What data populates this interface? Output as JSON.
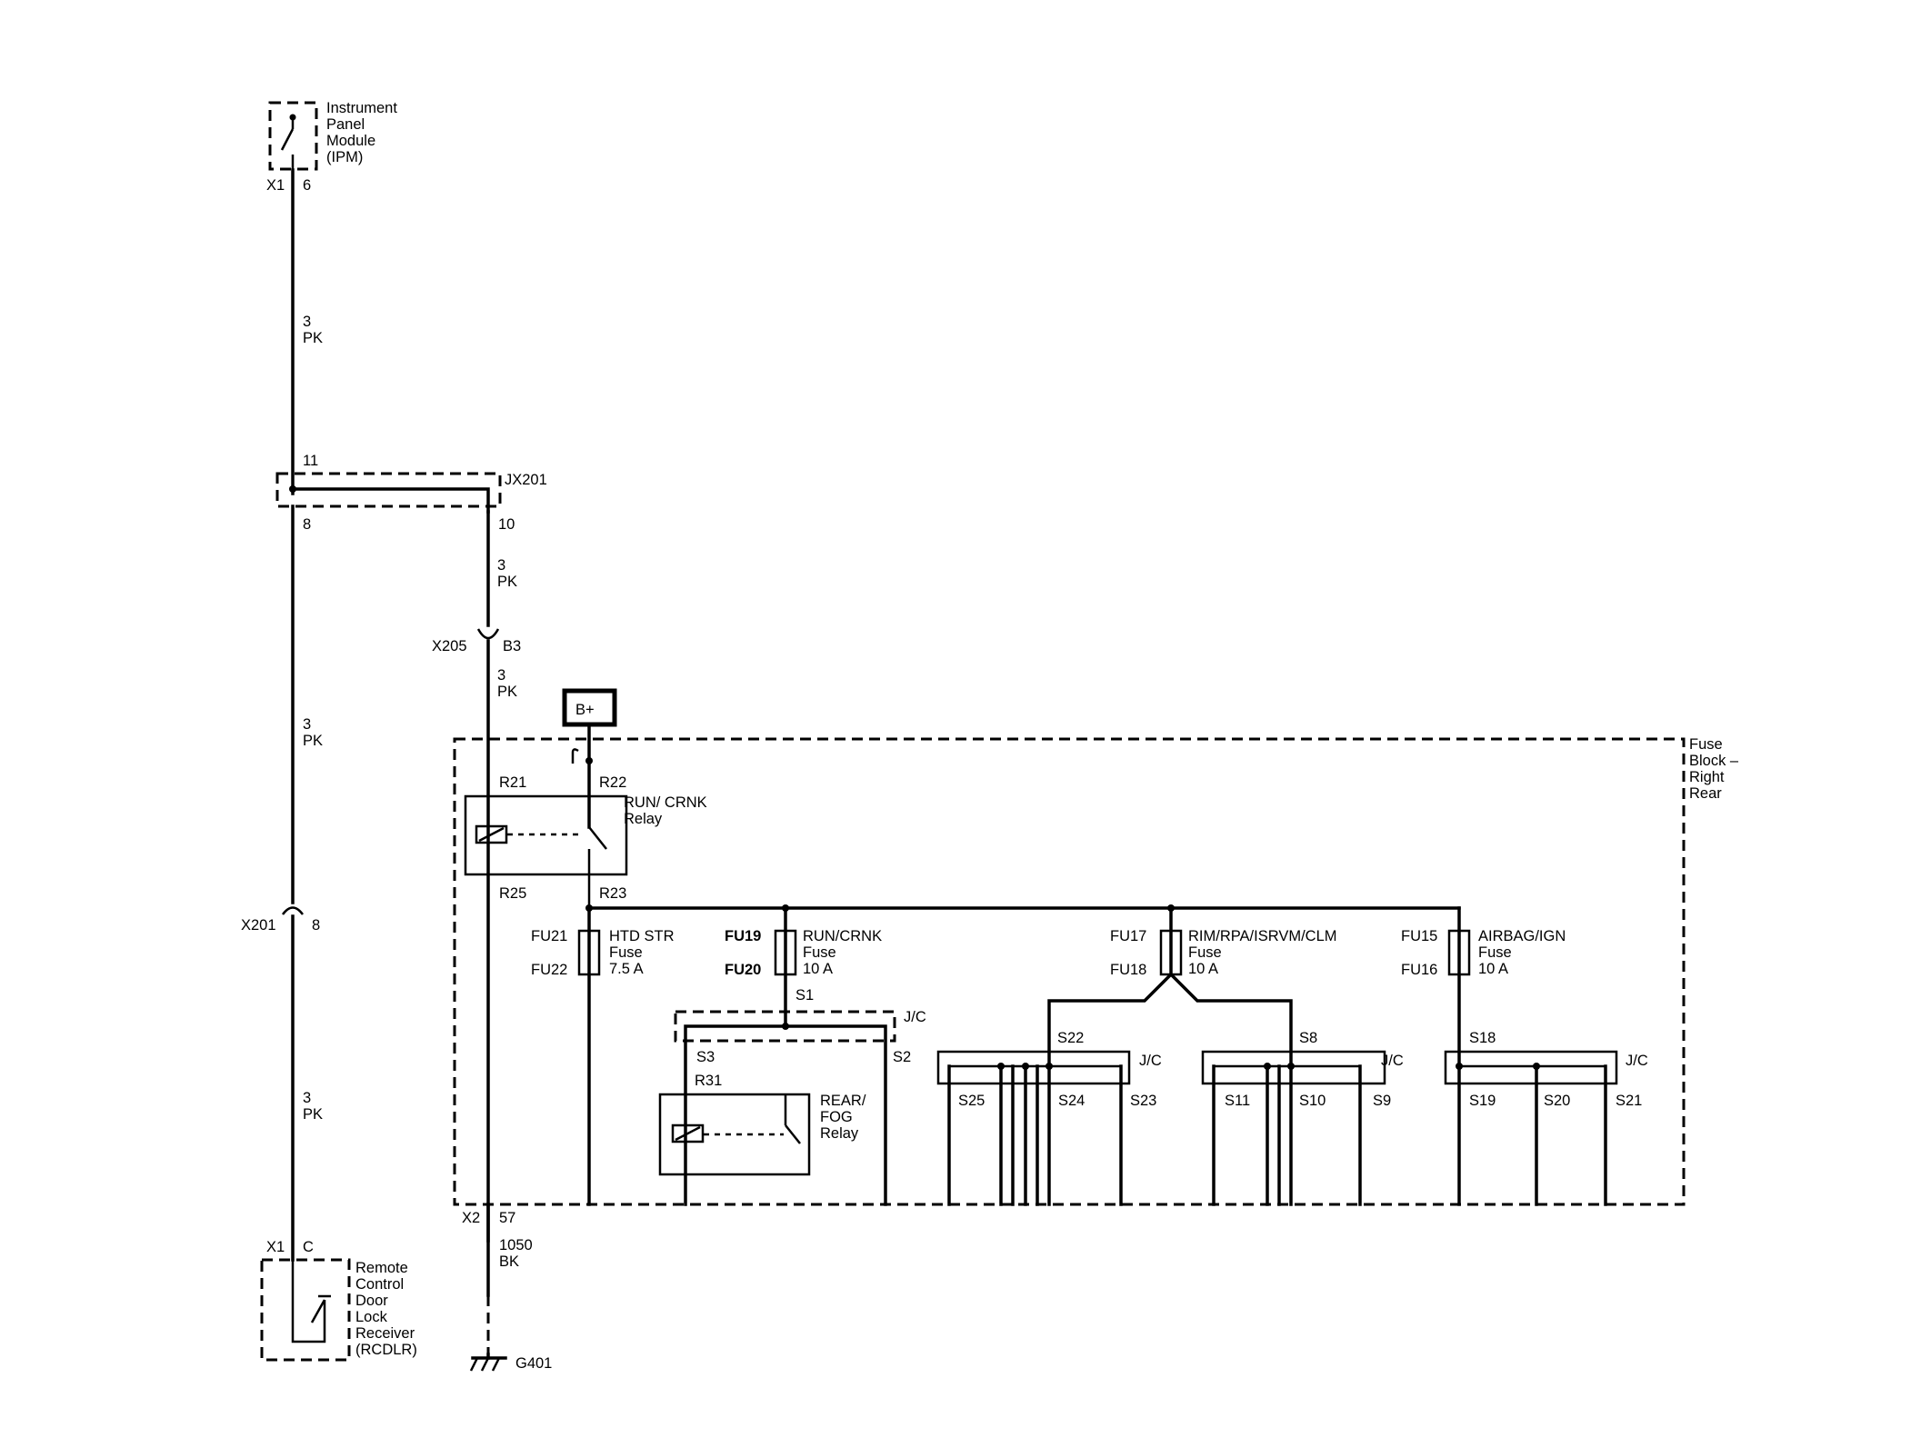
{
  "components": {
    "ipm": [
      "Instrument",
      "Panel",
      "Module",
      "(IPM)"
    ],
    "rcdlr": [
      "Remote",
      "Control",
      "Door",
      "Lock",
      "Receiver",
      "(RCDLR)"
    ],
    "fuse_block": [
      "Fuse",
      "Block –",
      "Right",
      "Rear"
    ],
    "run_crnk_relay": [
      "RUN/ CRNK",
      "Relay"
    ],
    "rear_fog_relay": [
      "REAR/",
      "FOG",
      "Relay"
    ],
    "battery": "B+",
    "ground": "G401"
  },
  "connectors": {
    "ipm_conn": "X1",
    "ipm_pin": "6",
    "rcdlr_conn": "X1",
    "rcdlr_pin": "C",
    "jx201": "JX201",
    "jx201_pin_in": "11",
    "jx201_pin_a": "8",
    "jx201_pin_b": "10",
    "x205": "X205",
    "x205_pin": "B3",
    "x201": "X201",
    "x201_pin": "8",
    "x2": "X2",
    "x2_pin": "57"
  },
  "wires": {
    "ipm_jx201": [
      "3",
      "PK"
    ],
    "jx201_x205": [
      "3",
      "PK"
    ],
    "x205_relay": [
      "3",
      "PK"
    ],
    "jx201_x201": [
      "3",
      "PK"
    ],
    "x201_rcdlr": [
      "3",
      "PK"
    ],
    "ground": [
      "1050",
      "BK"
    ]
  },
  "relay_pins": {
    "r21": "R21",
    "r22": "R22",
    "r25": "R25",
    "r23": "R23",
    "r31": "R31"
  },
  "fuses": [
    {
      "top": "FU21",
      "bottom": "FU22",
      "label": [
        "HTD STR",
        "Fuse",
        "7.5 A"
      ]
    },
    {
      "top": "FU19",
      "bottom": "FU20",
      "label": [
        "RUN/CRNK",
        "Fuse",
        "10 A"
      ]
    },
    {
      "top": "FU17",
      "bottom": "FU18",
      "label": [
        "RIM/RPA/ISRVM/CLM",
        "Fuse",
        "10 A"
      ]
    },
    {
      "top": "FU15",
      "bottom": "FU16",
      "label": [
        "AIRBAG/IGN",
        "Fuse",
        "10 A"
      ]
    }
  ],
  "junctions": {
    "jc1": {
      "label": "J/C",
      "in": "S1",
      "left": "S3",
      "right": "S2"
    },
    "jc2": {
      "label": "J/C",
      "in": "S22",
      "outs": [
        "S25",
        "S24",
        "S23"
      ]
    },
    "jc3": {
      "label": "J/C",
      "in": "S8",
      "outs": [
        "S11",
        "S10",
        "S9"
      ]
    },
    "jc4": {
      "label": "J/C",
      "in": "S18",
      "outs": [
        "S19",
        "S20",
        "S21"
      ]
    }
  }
}
